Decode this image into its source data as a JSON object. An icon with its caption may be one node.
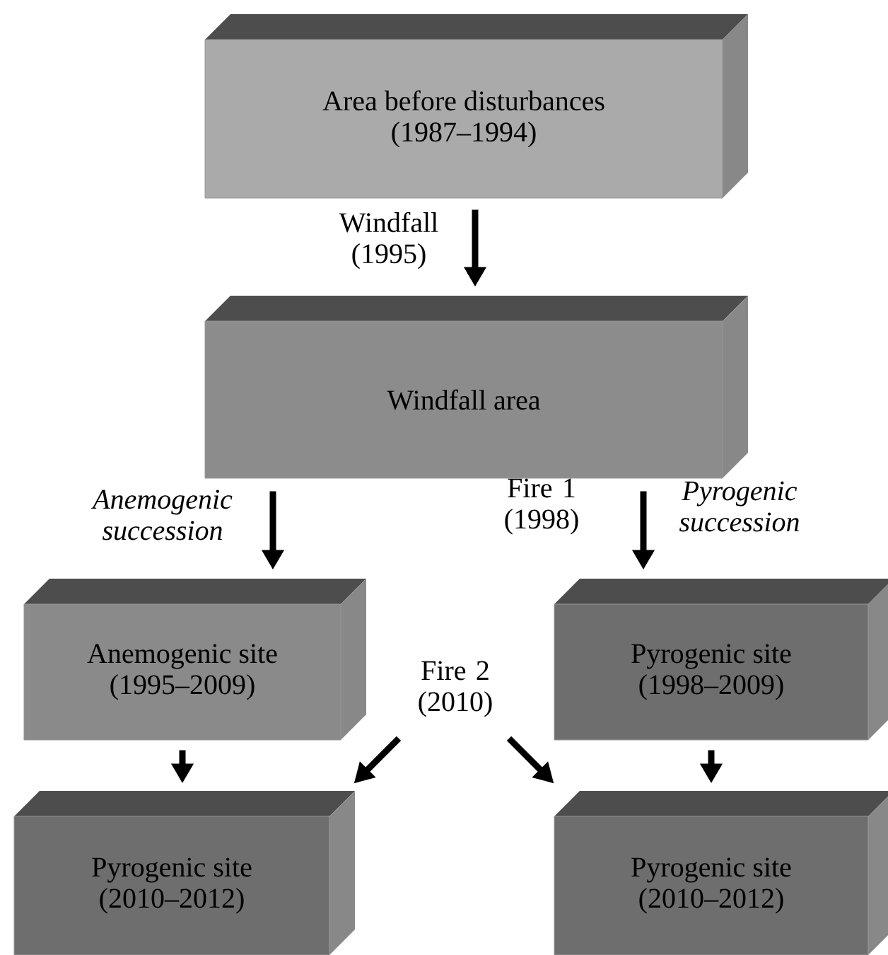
{
  "diagram": {
    "nodes": [
      {
        "text": [
          "Area before disturbances (1987–1994)"
        ]
      },
      {
        "text": [
          "Windfall area"
        ]
      },
      {
        "text": [
          "Anemogenic site (1995–2009)"
        ]
      },
      {
        "text": [
          "Pyrogenic site (1998–2009)"
        ]
      },
      {
        "text": [
          "Fire 2 (2010)"
        ]
      },
      {
        "text": [
          "Pyrogenic site (2010–2012)"
        ]
      },
      {
        "text": [
          "Pyrogenic site (2010–2012)"
        ]
      }
    ],
    "edges": [
      {
        "from": 0,
        "to": 1,
        "arrow": "to",
        "label": "Windfall (1995)"
      },
      {
        "from": 1,
        "to": 2,
        "arrow": "to",
        "label": "Anemogenic succession"
      },
      {
        "from": 1,
        "to": 3,
        "arrow": "to",
        "label": "Fire 1 (1998)"
      },
      {
        "from": 2,
        "to": 5,
        "arrow": "to"
      },
      {
        "from": 3,
        "to": 6,
        "arrow": "to"
      },
      {
        "from": 4,
        "to": 5,
        "arrow": "to"
      },
      {
        "from": 4,
        "to": 6,
        "arrow": "to"
      }
    ],
    "labels": [
      "Pyrogenic succession"
    ]
  }
}
